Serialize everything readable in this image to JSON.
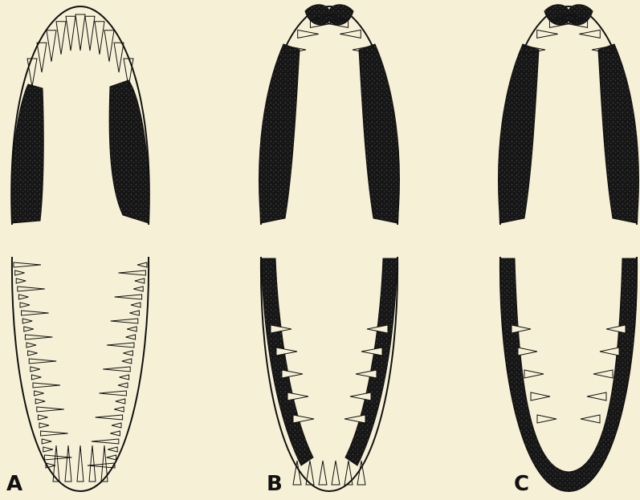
{
  "figure": {
    "panels": [
      {
        "id": "A",
        "label": "A"
      },
      {
        "id": "B",
        "label": "B"
      },
      {
        "id": "C",
        "label": "C"
      }
    ],
    "colors": {
      "background": "#f6f1d6",
      "ink": "#111111",
      "stipple": "#3a3a3a"
    }
  }
}
